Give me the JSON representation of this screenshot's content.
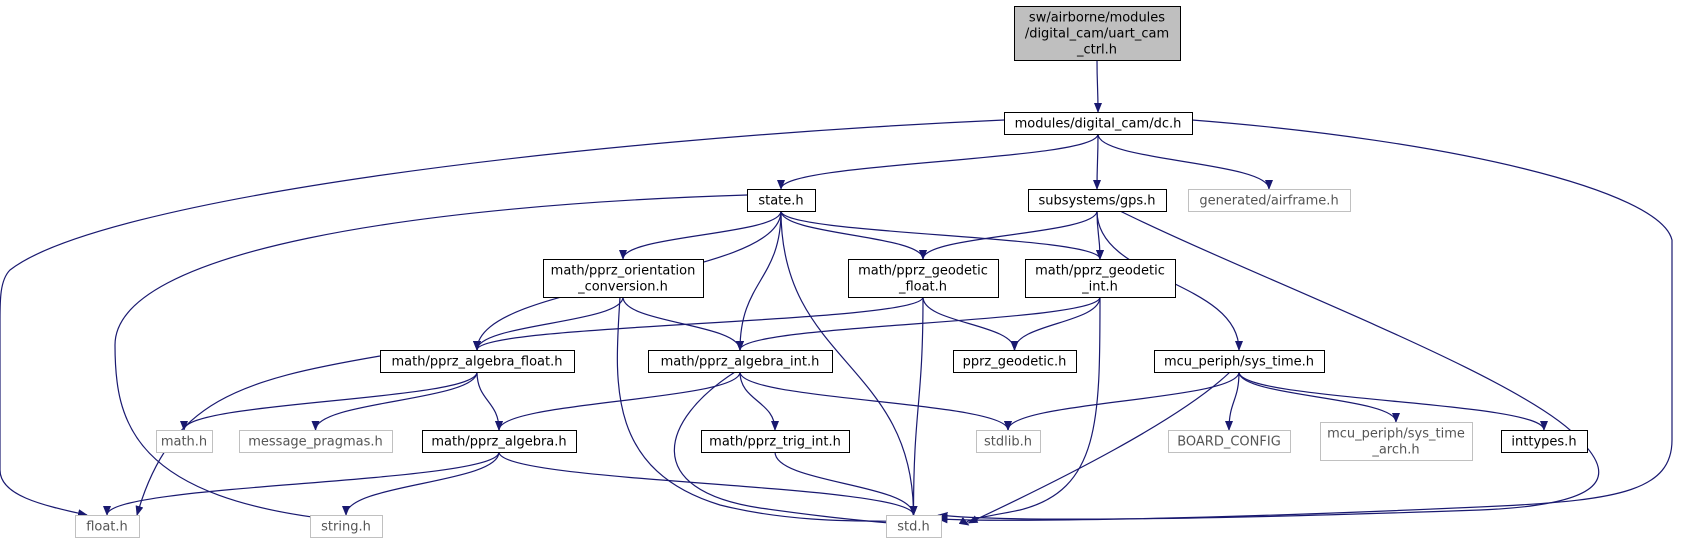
{
  "diagram": {
    "type": "include-dependency-graph",
    "edge_color": "#191970",
    "colors": {
      "root_fill": "#bfbfbf",
      "node_border": "#000000",
      "external_border": "#c0c0c0",
      "background": "#ffffff"
    },
    "nodes": {
      "root": {
        "lines": [
          "sw/airborne/modules",
          "/digital_cam/uart_cam",
          "_ctrl.h"
        ],
        "kind": "root"
      },
      "dc": {
        "lines": [
          "modules/digital_cam/dc.h"
        ],
        "kind": "internal"
      },
      "state": {
        "lines": [
          "state.h"
        ],
        "kind": "internal"
      },
      "gps": {
        "lines": [
          "subsystems/gps.h"
        ],
        "kind": "internal"
      },
      "airframe": {
        "lines": [
          "generated/airframe.h"
        ],
        "kind": "external"
      },
      "orient": {
        "lines": [
          "math/pprz_orientation",
          "_conversion.h"
        ],
        "kind": "internal"
      },
      "geofloat": {
        "lines": [
          "math/pprz_geodetic",
          "_float.h"
        ],
        "kind": "internal"
      },
      "geoint": {
        "lines": [
          "math/pprz_geodetic",
          "_int.h"
        ],
        "kind": "internal"
      },
      "algfloat": {
        "lines": [
          "math/pprz_algebra_float.h"
        ],
        "kind": "internal"
      },
      "algint": {
        "lines": [
          "math/pprz_algebra_int.h"
        ],
        "kind": "internal"
      },
      "geodetic": {
        "lines": [
          "pprz_geodetic.h"
        ],
        "kind": "internal"
      },
      "systime": {
        "lines": [
          "mcu_periph/sys_time.h"
        ],
        "kind": "internal"
      },
      "mathh": {
        "lines": [
          "math.h"
        ],
        "kind": "external"
      },
      "msgprag": {
        "lines": [
          "message_pragmas.h"
        ],
        "kind": "external"
      },
      "algebra": {
        "lines": [
          "math/pprz_algebra.h"
        ],
        "kind": "internal"
      },
      "trigint": {
        "lines": [
          "math/pprz_trig_int.h"
        ],
        "kind": "internal"
      },
      "stdlib": {
        "lines": [
          "stdlib.h"
        ],
        "kind": "external"
      },
      "board": {
        "lines": [
          "BOARD_CONFIG"
        ],
        "kind": "external"
      },
      "systimearch": {
        "lines": [
          "mcu_periph/sys_time",
          "_arch.h"
        ],
        "kind": "external"
      },
      "inttypes": {
        "lines": [
          "inttypes.h"
        ],
        "kind": "internal"
      },
      "floath": {
        "lines": [
          "float.h"
        ],
        "kind": "external"
      },
      "stringh": {
        "lines": [
          "string.h"
        ],
        "kind": "external"
      },
      "stdh": {
        "lines": [
          "std.h"
        ],
        "kind": "external"
      }
    },
    "edges": [
      [
        "root",
        "dc"
      ],
      [
        "dc",
        "state"
      ],
      [
        "dc",
        "gps"
      ],
      [
        "dc",
        "airframe"
      ],
      [
        "dc",
        "floath"
      ],
      [
        "dc",
        "stdh"
      ],
      [
        "state",
        "orient"
      ],
      [
        "state",
        "geofloat"
      ],
      [
        "state",
        "geoint"
      ],
      [
        "state",
        "algfloat"
      ],
      [
        "state",
        "algint"
      ],
      [
        "state",
        "stdh"
      ],
      [
        "state",
        "stringh"
      ],
      [
        "gps",
        "geofloat"
      ],
      [
        "gps",
        "geoint"
      ],
      [
        "gps",
        "systime"
      ],
      [
        "gps",
        "stdh"
      ],
      [
        "orient",
        "algfloat"
      ],
      [
        "orient",
        "algint"
      ],
      [
        "orient",
        "stdh"
      ],
      [
        "geofloat",
        "algfloat"
      ],
      [
        "geofloat",
        "geodetic"
      ],
      [
        "geofloat",
        "stdh"
      ],
      [
        "geoint",
        "algint"
      ],
      [
        "geoint",
        "geodetic"
      ],
      [
        "geoint",
        "stdh"
      ],
      [
        "algfloat",
        "mathh"
      ],
      [
        "algfloat",
        "msgprag"
      ],
      [
        "algfloat",
        "algebra"
      ],
      [
        "algfloat",
        "floath"
      ],
      [
        "algint",
        "algebra"
      ],
      [
        "algint",
        "trigint"
      ],
      [
        "algint",
        "stdlib"
      ],
      [
        "algint",
        "stdh"
      ],
      [
        "systime",
        "stdlib"
      ],
      [
        "systime",
        "board"
      ],
      [
        "systime",
        "systimearch"
      ],
      [
        "systime",
        "inttypes"
      ],
      [
        "systime",
        "stdh"
      ],
      [
        "algebra",
        "floath"
      ],
      [
        "algebra",
        "stringh"
      ],
      [
        "algebra",
        "stdh"
      ],
      [
        "trigint",
        "stdh"
      ]
    ]
  }
}
